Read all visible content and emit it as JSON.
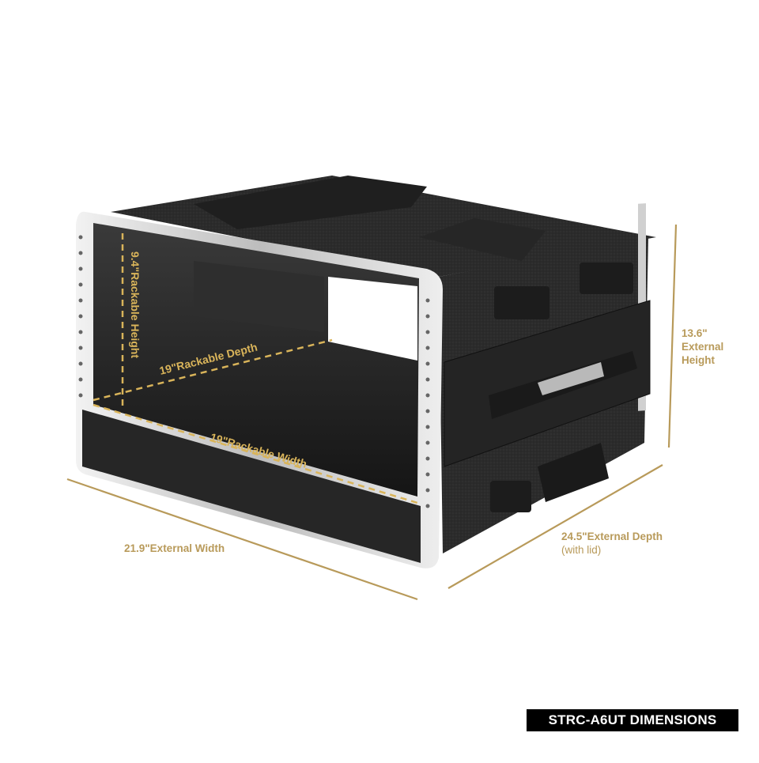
{
  "product": {
    "model": "STRC-A6UT",
    "badge_text": "STRC-A6UT DIMENSIONS"
  },
  "dimensions": {
    "external_height": {
      "value": "13.6\"",
      "line1": "13.6\"",
      "line2": "External",
      "line3": "Height"
    },
    "external_depth": {
      "label": "24.5\"External Depth",
      "note": "(with lid)"
    },
    "external_width": {
      "label": "21.9\"External Width"
    },
    "rackable_height": {
      "label": "9.4\"Rackable Height"
    },
    "rackable_depth": {
      "label": "19\"Rackable Depth"
    },
    "rackable_width": {
      "label": "19\"Rackable Width"
    }
  },
  "colors": {
    "annotation_gold": "#B89A5A",
    "dashed_gold": "#D9B45A",
    "case_black": "#2a2a2a",
    "rail_silver": "#d8d8d8",
    "badge_bg": "#000000",
    "badge_text": "#ffffff"
  }
}
